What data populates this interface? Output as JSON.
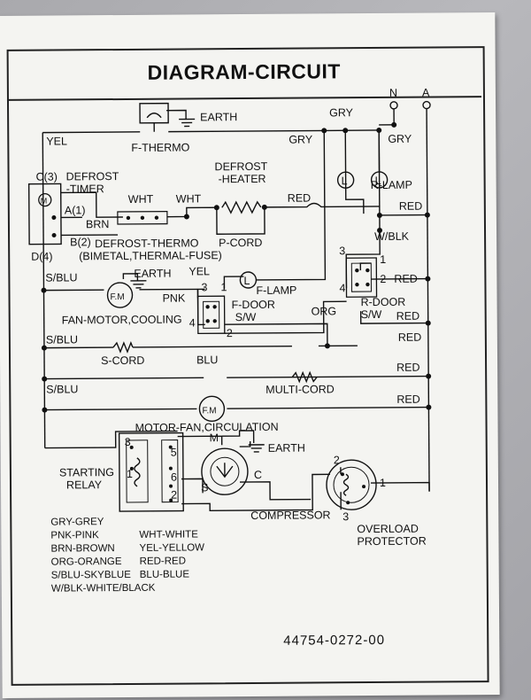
{
  "title": "DIAGRAM-CIRCUIT",
  "part_number": "44754-0272-00",
  "terminals": {
    "n": "N",
    "a": "A"
  },
  "components": {
    "f_thermo": "F-THERMO",
    "earth": "EARTH",
    "defrost_timer": [
      "DEFROST",
      "-TIMER"
    ],
    "timer_m": "M",
    "timer_c3": "C(3)",
    "timer_a1": "A(1)",
    "timer_b2": "B(2)",
    "timer_d4": "D(4)",
    "defrost_heater": [
      "DEFROST",
      "-HEATER"
    ],
    "p_cord": "P-CORD",
    "defrost_thermo": [
      "DEFROST-THERMO",
      "(BIMETAL,THERMAL-FUSE)"
    ],
    "r_lamp": "R-LAMP",
    "lamp_l": "L",
    "f_lamp": "F-LAMP",
    "fm": "F.M",
    "fan_motor_cooling": "FAN-MOTOR,COOLING",
    "f_door": [
      "F-DOOR",
      "S/W"
    ],
    "r_door": [
      "R-DOOR",
      "S/W"
    ],
    "s_cord": "S-CORD",
    "multi_cord": "MULTI-CORD",
    "motor_fan_circulation": "MOTOR-FAN,CIRCULATION",
    "starting_relay": [
      "STARTING",
      "RELAY"
    ],
    "compressor": "COMPRESSOR",
    "comp_m": "M",
    "comp_s": "S",
    "comp_c": "C",
    "overload_protector": [
      "OVERLOAD",
      "PROTECTOR"
    ]
  },
  "wire_labels": {
    "yel": "YEL",
    "gry": "GRY",
    "wht": "WHT",
    "brn": "BRN",
    "red": "RED",
    "w_blk": "W/BLK",
    "pnk": "PNK",
    "s_blu": "S/BLU",
    "blu": "BLU",
    "org": "ORG"
  },
  "pins": {
    "p1": "1",
    "p2": "2",
    "p3": "3",
    "p4": "4",
    "p5": "5",
    "p6": "6"
  },
  "legend": {
    "left": [
      "GRY-GREY",
      "PNK-PINK",
      "BRN-BROWN",
      "ORG-ORANGE",
      "S/BLU-SKYBLUE",
      "W/BLK-WHITE/BLACK"
    ],
    "right": [
      "WHT-WHITE",
      "YEL-YELLOW",
      "RED-RED",
      "BLU-BLUE"
    ]
  }
}
